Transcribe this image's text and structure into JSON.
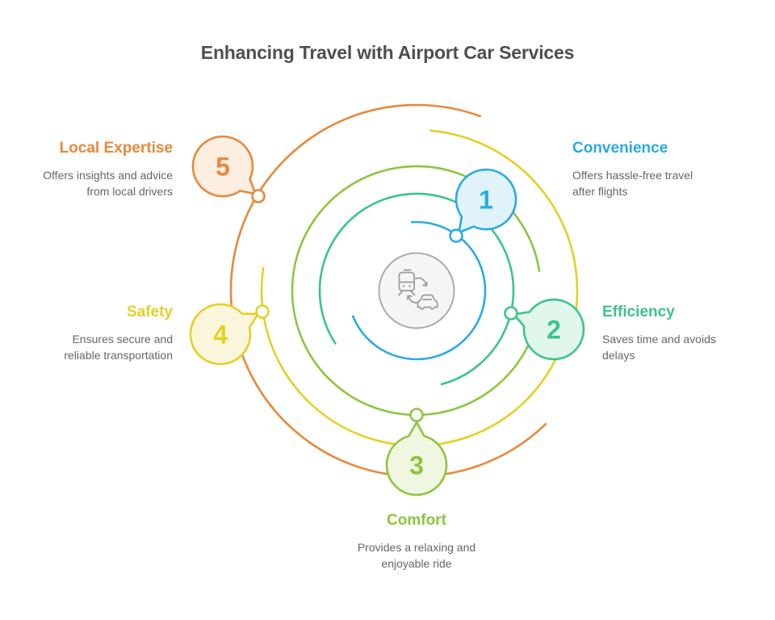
{
  "title": "Enhancing Travel with Airport Car Services",
  "colors": {
    "title_text": "#4F4F50",
    "body_text": "#666666"
  },
  "center": {
    "icon": "transport-swap-icon",
    "circle_fill": "#F5F5F5",
    "circle_stroke": "#ABABAB",
    "icon_color": "#9B9B9B"
  },
  "items": [
    {
      "number": "1",
      "label": "Convenience",
      "lines": [
        "Offers hassle-free travel",
        "after flights"
      ],
      "color": "#29ABE2",
      "tint": "#E0F3FB"
    },
    {
      "number": "2",
      "label": "Efficiency",
      "lines": [
        "Saves time and avoids",
        "delays"
      ],
      "color": "#3BC489",
      "tint": "#E2F7EC"
    },
    {
      "number": "3",
      "label": "Comfort",
      "lines": [
        "Provides a relaxing and",
        "enjoyable ride"
      ],
      "color": "#8CC63F",
      "tint": "#F0F7E0"
    },
    {
      "number": "4",
      "label": "Safety",
      "lines": [
        "Ensures secure and",
        "reliable transportation"
      ],
      "color": "#E5D024",
      "tint": "#FAF6DC"
    },
    {
      "number": "5",
      "label": "Local Expertise",
      "lines": [
        "Offers insights and advice",
        "from local drivers"
      ],
      "color": "#E8883B",
      "tint": "#FCEFE2"
    }
  ]
}
